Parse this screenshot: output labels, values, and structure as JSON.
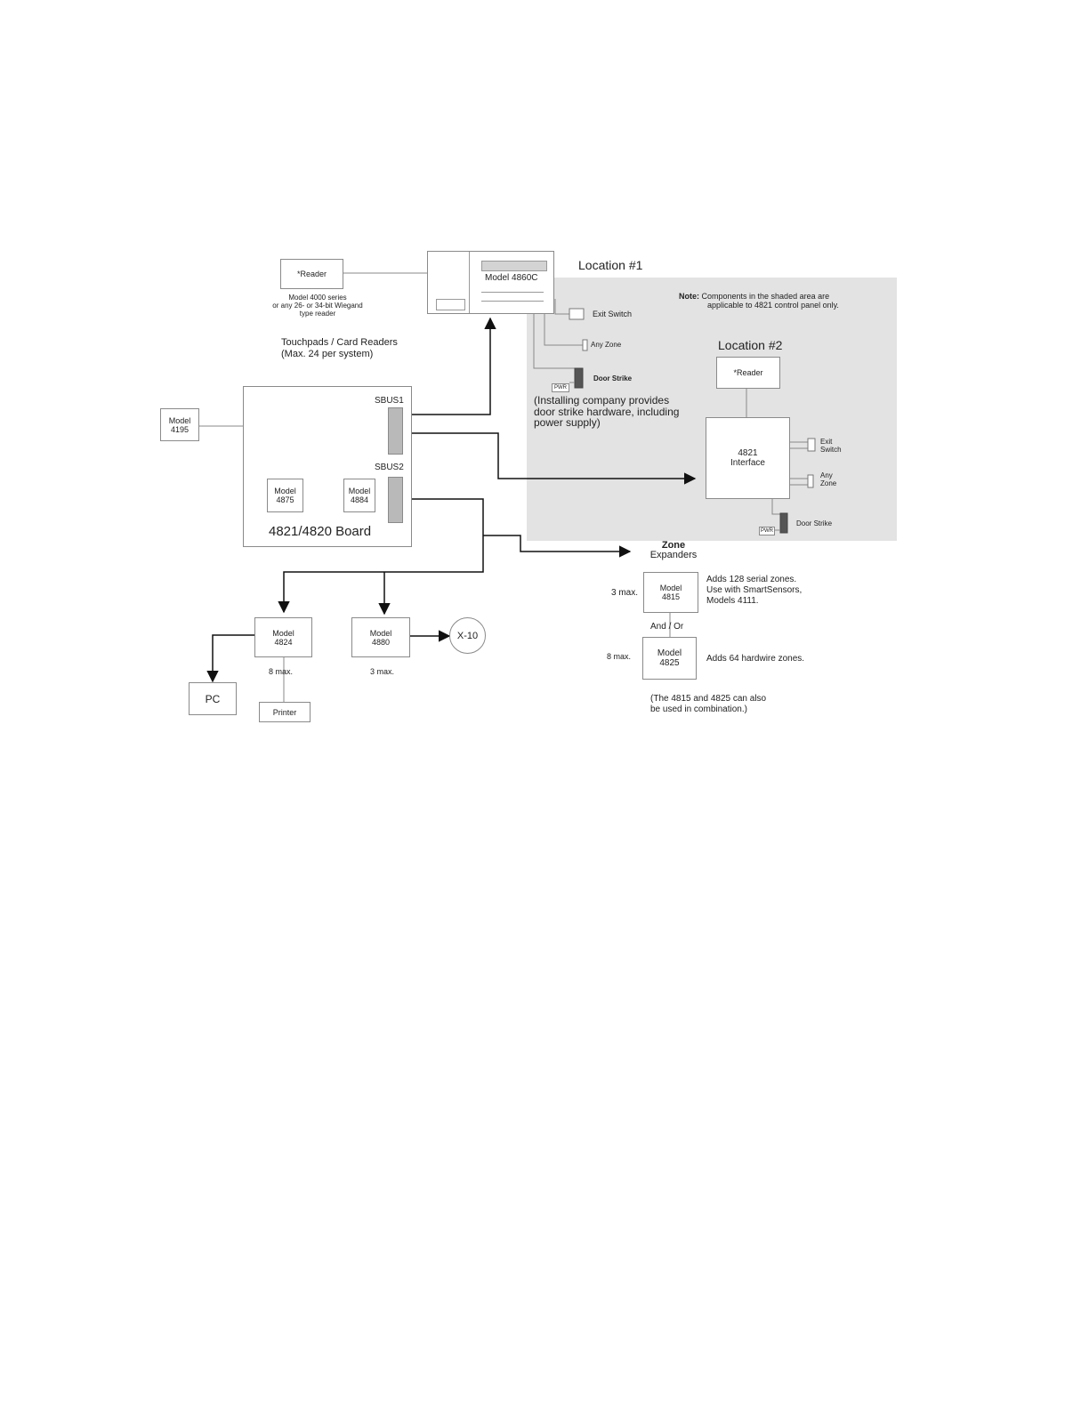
{
  "location1": {
    "title": "Location #1",
    "panel_label": "Model 4860C",
    "exit_switch": "Exit Switch",
    "any_zone": "Any Zone",
    "door_strike": "Door Strike",
    "pwr": "PWR"
  },
  "reader_top": {
    "label": "*Reader",
    "caption_lines": [
      "Model 4000 series",
      "or any 26- or 34-bit Wiegand",
      "type reader"
    ]
  },
  "touchpads": {
    "lines": [
      "Touchpads / Card Readers",
      "(Max. 24 per system)"
    ]
  },
  "note": {
    "bold": "Note:",
    "text_lines": [
      " Components in the shaded area are",
      "applicable to 4821 control panel only."
    ]
  },
  "installing_note": {
    "lines": [
      "(Installing company provides",
      "door strike hardware, including",
      "power supply)"
    ]
  },
  "location2": {
    "title": "Location #2",
    "reader": "*Reader",
    "interface_lines": [
      "4821",
      "Interface"
    ],
    "exit_switch_lines": [
      "Exit",
      "Switch"
    ],
    "any_zone_lines": [
      "Any",
      "Zone"
    ],
    "door_strike": "Door Strike",
    "pwr": "PWR"
  },
  "board": {
    "label": "4821/4820 Board",
    "sbus1": "SBUS1",
    "sbus2": "SBUS2",
    "model_4875": [
      "Model",
      "4875"
    ],
    "model_4884": [
      "Model",
      "4884"
    ]
  },
  "model_4195": [
    "Model",
    "4195"
  ],
  "zone_expanders": {
    "title_lines": [
      "Zone",
      "Expanders"
    ],
    "model_4815": [
      "Model",
      "4815"
    ],
    "qty_4815": "3 max.",
    "desc_4815": [
      "Adds 128 serial zones.",
      "Use with SmartSensors,",
      "Models 4111."
    ],
    "and_or": "And / Or",
    "model_4825": [
      "Model",
      "4825"
    ],
    "qty_4825": "8 max.",
    "desc_4825": "Adds 64 hardwire zones.",
    "combo_note": [
      "(The 4815 and 4825 can also",
      "be used in combination.)"
    ]
  },
  "model_4824": {
    "lines": [
      "Model",
      "4824"
    ],
    "qty": "8 max."
  },
  "model_4880": {
    "lines": [
      "Model",
      "4880"
    ],
    "qty": "3 max."
  },
  "x10": "X-10",
  "pc": "PC",
  "printer": "Printer"
}
